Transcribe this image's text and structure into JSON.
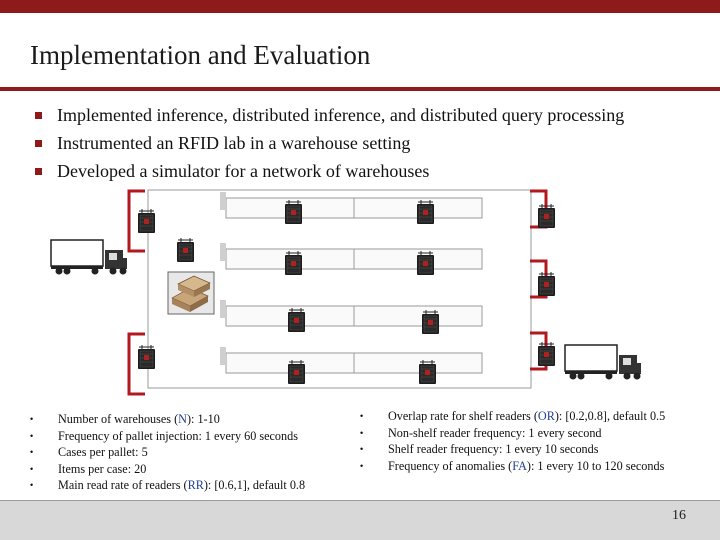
{
  "slide": {
    "title": "Implementation and Evaluation",
    "page_number": "16",
    "accent_color": "#8e1a1c"
  },
  "bullets": [
    "Implemented inference, distributed inference, and distributed query processing",
    "Instrumented an RFID lab in a warehouse setting",
    "Developed a simulator for a network of warehouses"
  ],
  "params_left": [
    {
      "pre": "Number of warehouses (",
      "code": "N",
      "post": "): 1-10"
    },
    {
      "pre": "Frequency of pallet injection: 1 every 60 seconds",
      "code": "",
      "post": ""
    },
    {
      "pre": "Cases per pallet: 5",
      "code": "",
      "post": ""
    },
    {
      "pre": "Items per case: 20",
      "code": "",
      "post": ""
    },
    {
      "pre": "Main read rate of readers (",
      "code": "RR",
      "post": "): [0.6,1], default 0.8"
    }
  ],
  "params_right": [
    {
      "pre": "Overlap rate for shelf readers (",
      "code": "OR",
      "post": "): [0.2,0.8], default 0.5"
    },
    {
      "pre": "Non-shelf reader frequency: 1 every second",
      "code": "",
      "post": ""
    },
    {
      "pre": "Shelf reader frequency: 1 every 10 seconds",
      "code": "",
      "post": ""
    },
    {
      "pre": "Frequency of anomalies (",
      "code": "FA",
      "post": "): 1 every 10 to 120 seconds"
    }
  ],
  "diagram": {
    "icons": [
      "truck-icon",
      "rfid-reader-icon",
      "pallet-boxes-icon"
    ]
  }
}
